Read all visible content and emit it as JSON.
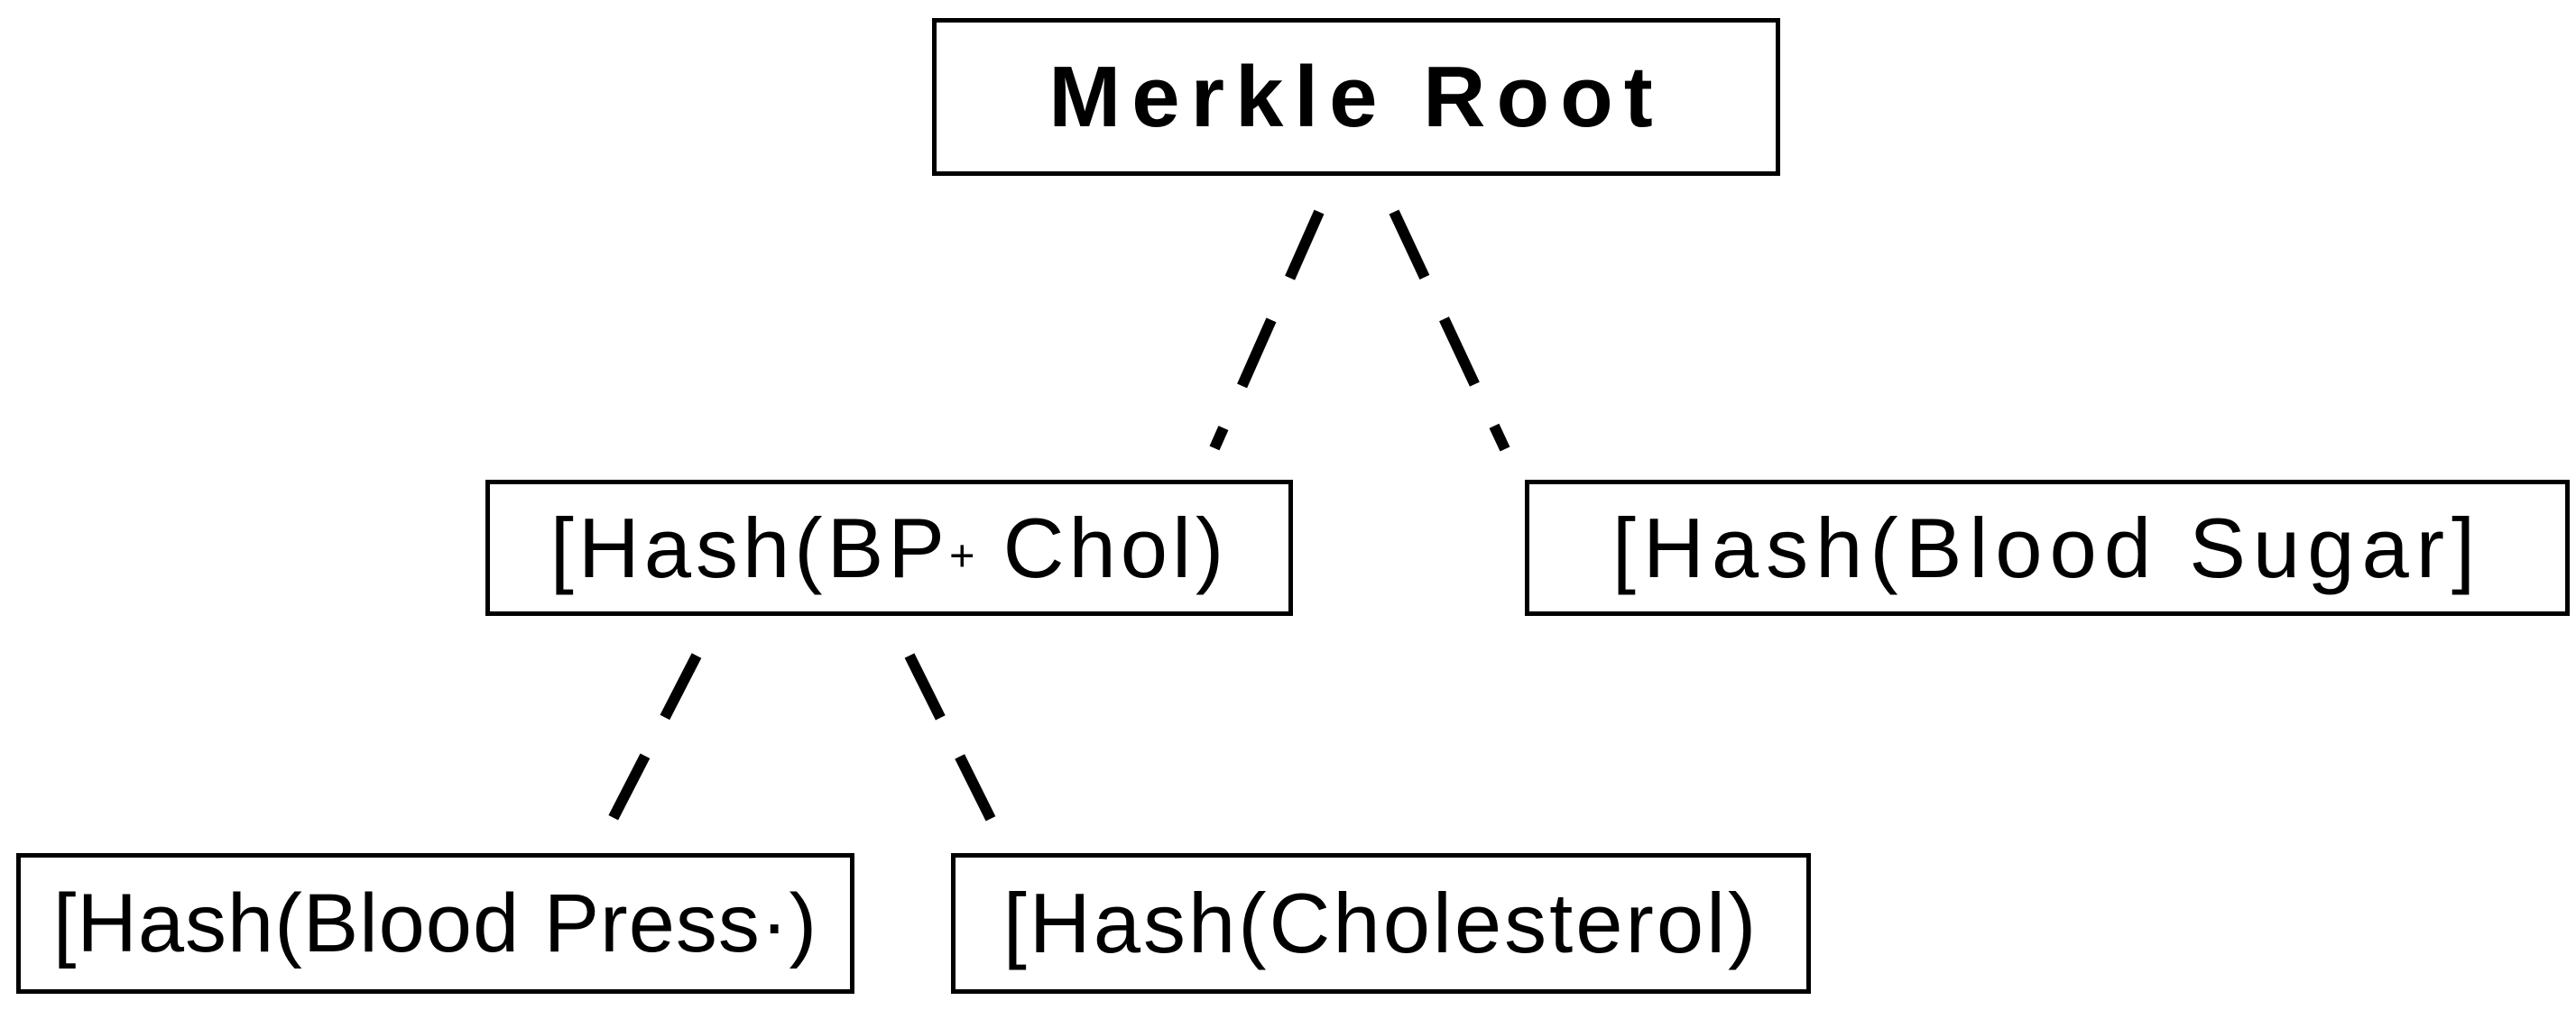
{
  "diagram": {
    "title": "Merkle tree of hashed health records",
    "background_color": "#ffffff",
    "line_color": "#000000",
    "nodes": {
      "root": {
        "label": "Merkle Root"
      },
      "branch_left": {
        "label": "[Hash(BP+ Chol)",
        "parts": {
          "pre": "[Hash(BP",
          "plus": "+",
          "post": " Chol)"
        }
      },
      "branch_right": {
        "label": "[Hash(Blood Sugar]"
      },
      "leaf_left": {
        "label": "[Hash(Blood Press·)"
      },
      "leaf_right": {
        "label": "[Hash(Cholesterol)"
      }
    }
  }
}
